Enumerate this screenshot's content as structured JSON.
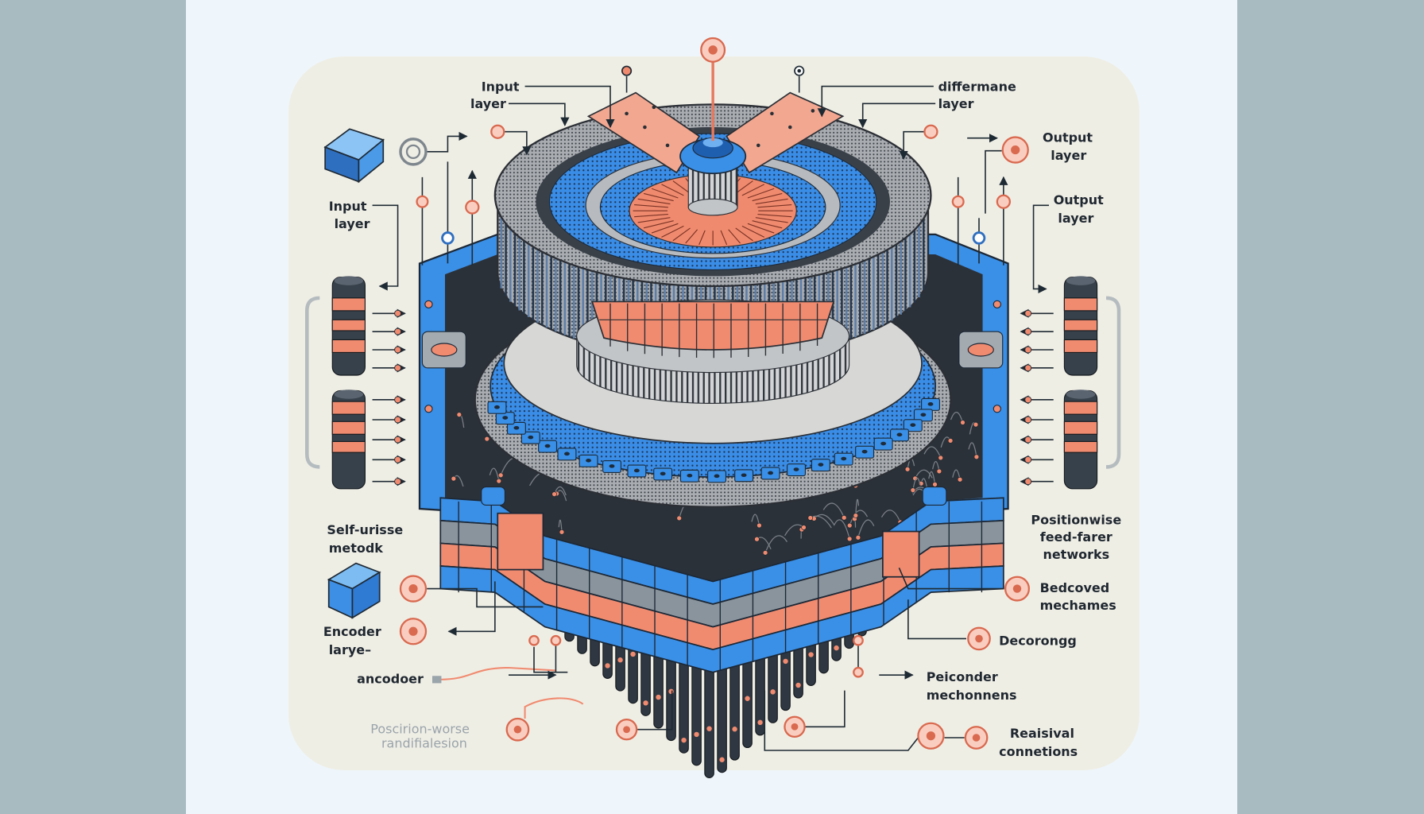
{
  "labels": {
    "input_layer_top": {
      "line1": "Input",
      "line2": "layer"
    },
    "differmane_layer": {
      "line1": "differmane",
      "line2": "layer"
    },
    "output_layer_1": {
      "line1": "Output",
      "line2": "layer"
    },
    "output_layer_2": {
      "line1": "Output",
      "line2": "layer"
    },
    "input_layer_left": {
      "line1": "Input",
      "line2": "layer"
    },
    "self_urisse": {
      "line1": "Self-urisse",
      "line2": "metodk"
    },
    "encoder_layer": {
      "line1": "Encoder",
      "line2": "larye–"
    },
    "ancodoer": "ancodoer",
    "poscirion": {
      "line1": "Poscirion-worse",
      "line2": "randifialesion"
    },
    "positionwise": {
      "line1": "Positionwise",
      "line2": "feed-farer",
      "line3": "networks"
    },
    "bedcoved": {
      "line1": "Bedcoved",
      "line2": "mechames"
    },
    "decorongg": "Decorongg",
    "peiconder": {
      "line1": "Peiconder",
      "line2": "mechonnens"
    },
    "reaisival": {
      "line1": "Reaisival",
      "line2": "connetions"
    }
  },
  "colors": {
    "accent_blue": "#3a8fe6",
    "accent_orange": "#f08b70",
    "machine_dark": "#2b3139",
    "card": "#efeee5",
    "page": "#eef6fb",
    "side": "#a8bbc1"
  },
  "icons": {
    "cube": "cube-icon",
    "node": "node-circle-icon",
    "stack": "cylinder-stack-icon"
  }
}
